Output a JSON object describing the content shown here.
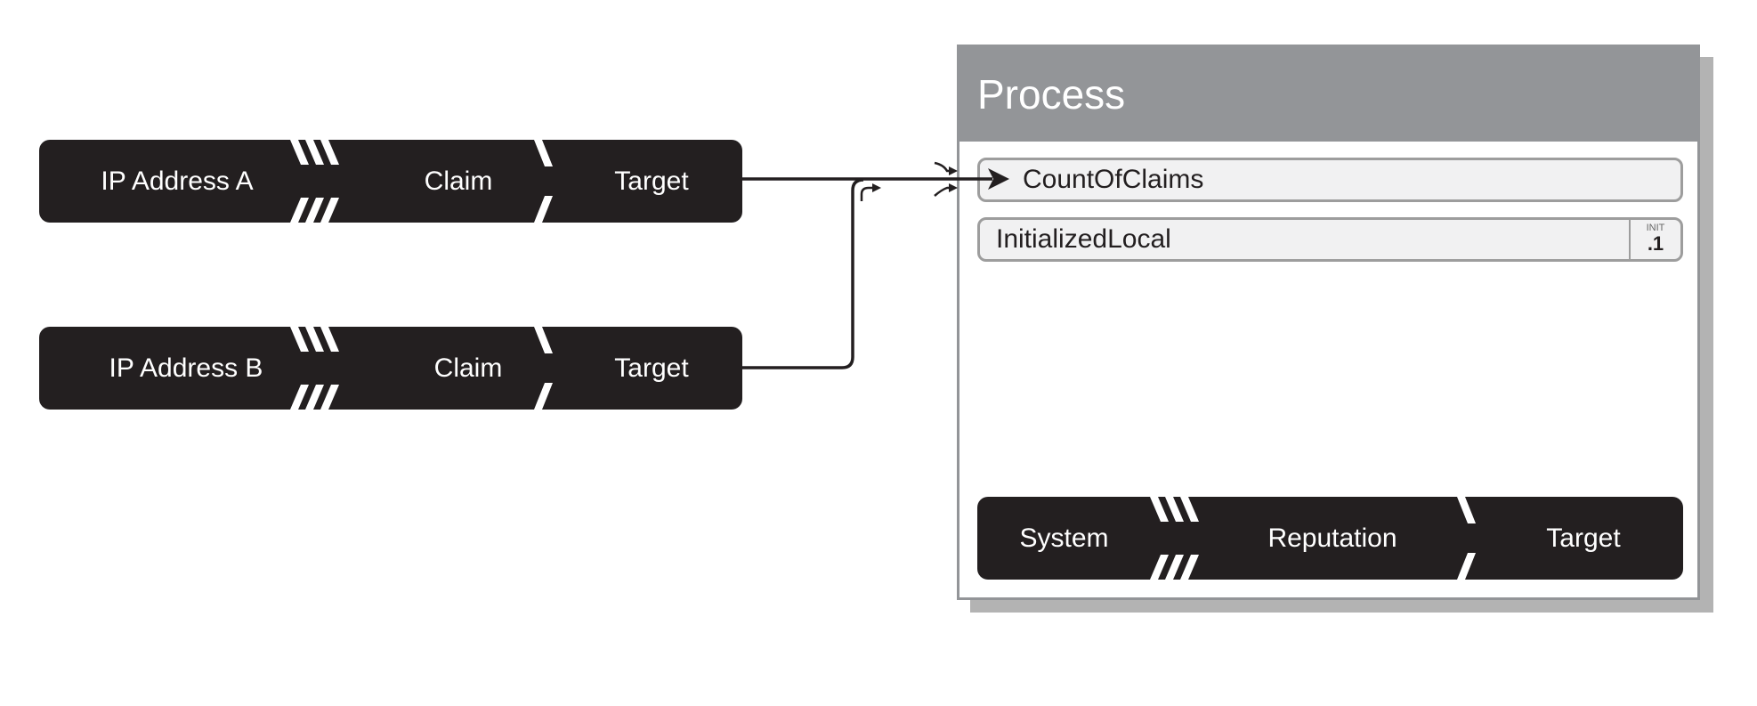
{
  "sources": [
    {
      "segments": [
        "IP Address A",
        "Claim",
        "Target"
      ]
    },
    {
      "segments": [
        "IP Address B",
        "Claim",
        "Target"
      ]
    }
  ],
  "process": {
    "title": "Process",
    "fields": [
      {
        "name": "CountOfClaims"
      },
      {
        "name": "InitializedLocal",
        "init_label": "INIT",
        "init_value": ".1"
      }
    ],
    "output": {
      "segments": [
        "System",
        "Reputation",
        "Target"
      ]
    }
  },
  "colors": {
    "node_bg": "#231f20",
    "header_bg": "#939598",
    "field_bg": "#f1f1f2",
    "wire": "#231f20"
  }
}
